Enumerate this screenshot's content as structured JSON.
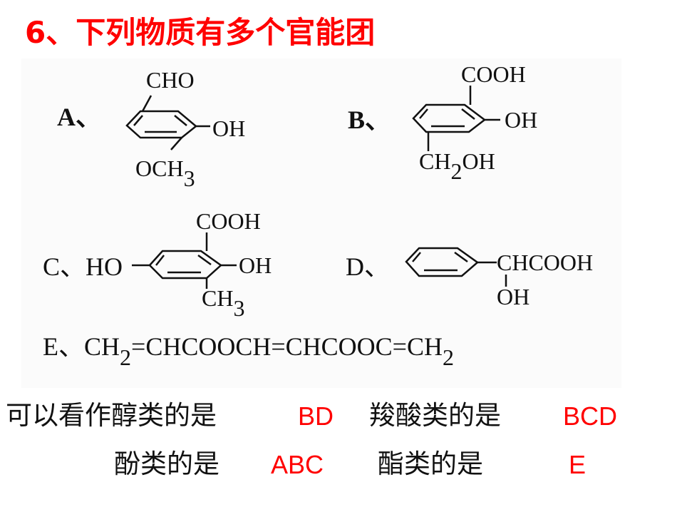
{
  "title": "6、下列物质有多个官能团",
  "structures": {
    "A": {
      "label": "A、",
      "top": "CHO",
      "right": "OH",
      "bottom": "OCH",
      "bottom_sub": "3"
    },
    "B": {
      "label": "B、",
      "top": "COOH",
      "right": "OH",
      "bottom": "CH",
      "bottom_sub": "2",
      "bottom_tail": "OH"
    },
    "C": {
      "label": "C、HO",
      "top": "COOH",
      "right": "OH",
      "bottom": "CH",
      "bottom_sub": "3"
    },
    "D": {
      "label": "D、",
      "right": "CHCOOH",
      "bottom": "OH"
    },
    "E": {
      "label": "E、CH",
      "sub1": "2",
      "mid": "=CHCOOCH=CHCOOC=CH",
      "sub2": "2"
    }
  },
  "questions": {
    "alcohol_label": "可以看作醇类的是",
    "alcohol_answer": "BD",
    "acid_label": "羧酸类的是",
    "acid_answer": "BCD",
    "phenol_label": "酚类的是",
    "phenol_answer": "ABC",
    "ester_label": "酯类的是",
    "ester_answer": "E"
  },
  "colors": {
    "accent": "#ff0000",
    "text": "#111111"
  }
}
